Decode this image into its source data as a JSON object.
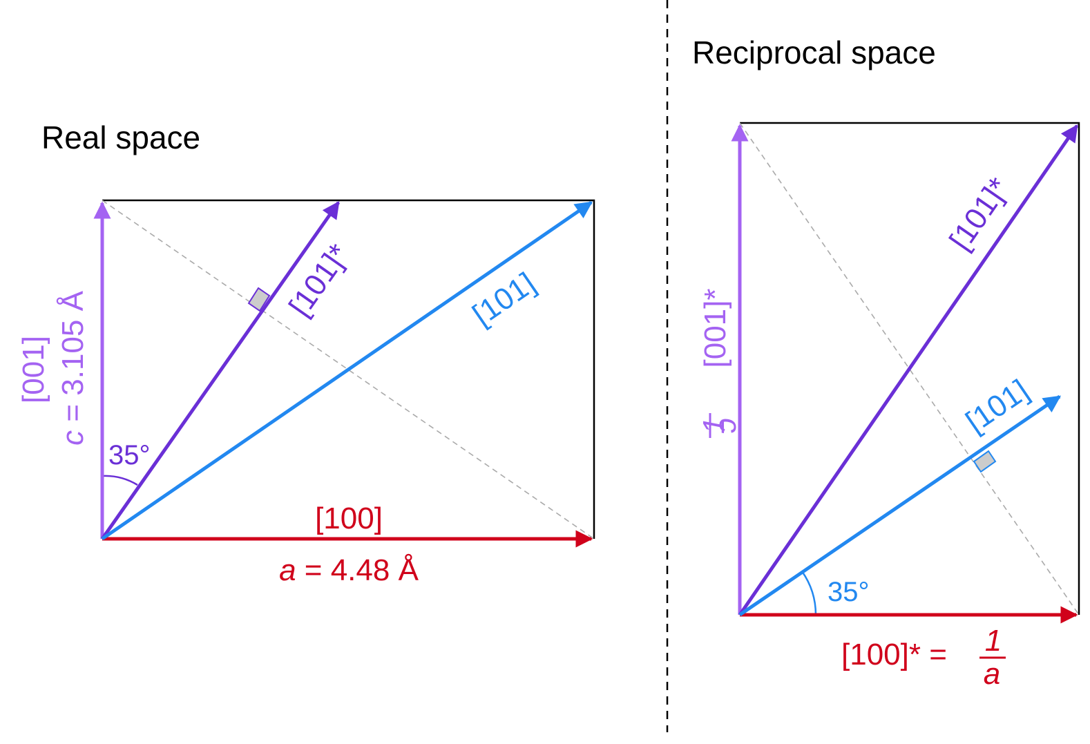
{
  "real": {
    "title": "Real space",
    "a_vector": "[100]",
    "a_eq_var": "a",
    "a_eq_rest": " = 4.48 Å",
    "c_vector": "[001]",
    "c_eq_var": "c",
    "c_eq_rest": " = 3.105 Å",
    "diag_vector": "[101]",
    "recip_diag_vector": "[101]*",
    "angle": "35°"
  },
  "reciprocal": {
    "title": "Reciprocal space",
    "a_vector": "[100]* =",
    "a_frac_num": "1",
    "a_frac_den": "a",
    "c_vector": "[001]*",
    "c_frac_num": "1",
    "c_frac_den": "c",
    "diag_vector": "[101]",
    "recip_diag_vector": "[101]*",
    "angle": "35°"
  },
  "colors": {
    "a_axis": "#d0021b",
    "c_axis": "#a463f2",
    "real_diag": "#2288f0",
    "recip_diag": "#6a2fd6",
    "box": "#000000",
    "dashed_diag": "#aaaaaa",
    "right_angle_fill": "#cccccc"
  }
}
